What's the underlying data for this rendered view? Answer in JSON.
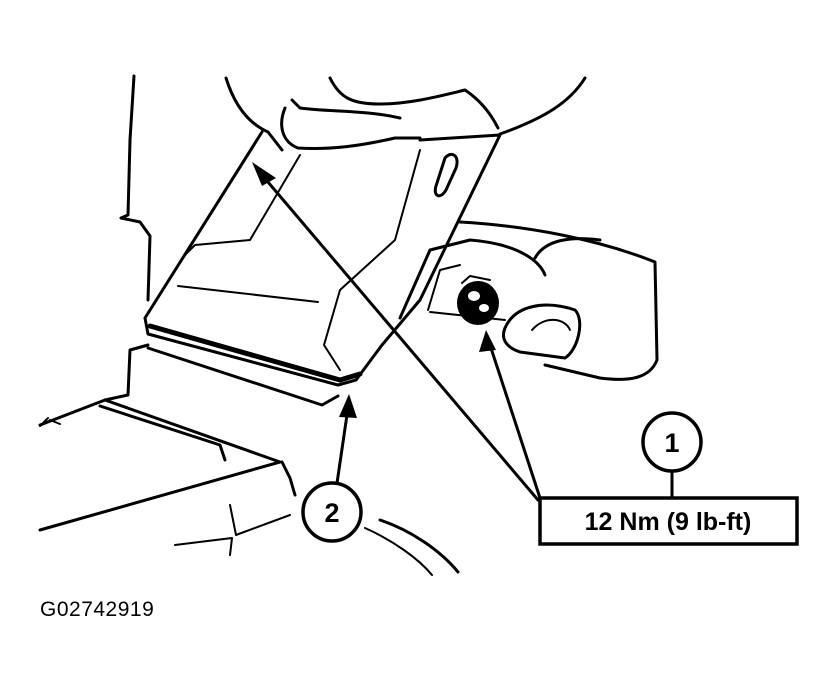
{
  "callouts": [
    {
      "number": "1"
    },
    {
      "number": "2"
    }
  ],
  "torque_spec": "12 Nm (9 lb-ft)",
  "figure_id": "G02742919"
}
